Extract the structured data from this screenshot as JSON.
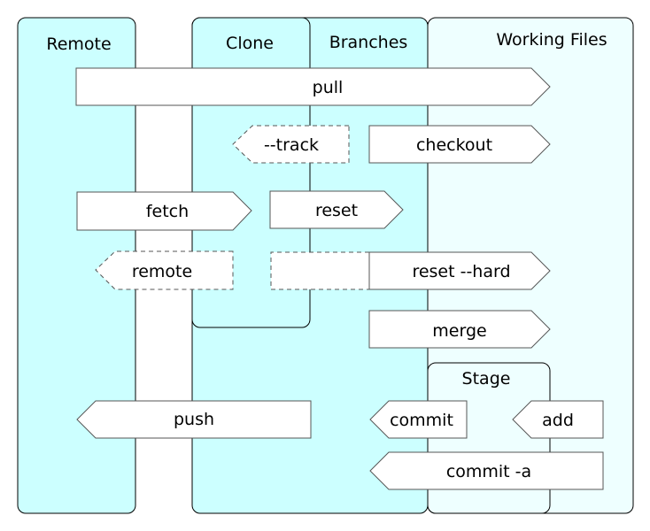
{
  "colors": {
    "remote_fill": "#ccffff",
    "clone_fill": "#ccffff",
    "branches_fill": "#ccffff",
    "working_fill": "#eeffff",
    "stage_fill": "#eeffff",
    "stroke": "#000000",
    "arrow_fill": "#ffffff",
    "arrow_stroke": "#555555"
  },
  "lanes": {
    "remote": "Remote",
    "clone": "Clone",
    "branches": "Branches",
    "working_files": "Working Files",
    "stage": "Stage"
  },
  "arrows": {
    "pull": "pull",
    "track": "--track",
    "checkout": "checkout",
    "fetch": "fetch",
    "reset": "reset",
    "remote": "remote",
    "reset_hard": "reset --hard",
    "merge": "merge",
    "push": "push",
    "commit": "commit",
    "add": "add",
    "commit_a": "commit -a"
  }
}
